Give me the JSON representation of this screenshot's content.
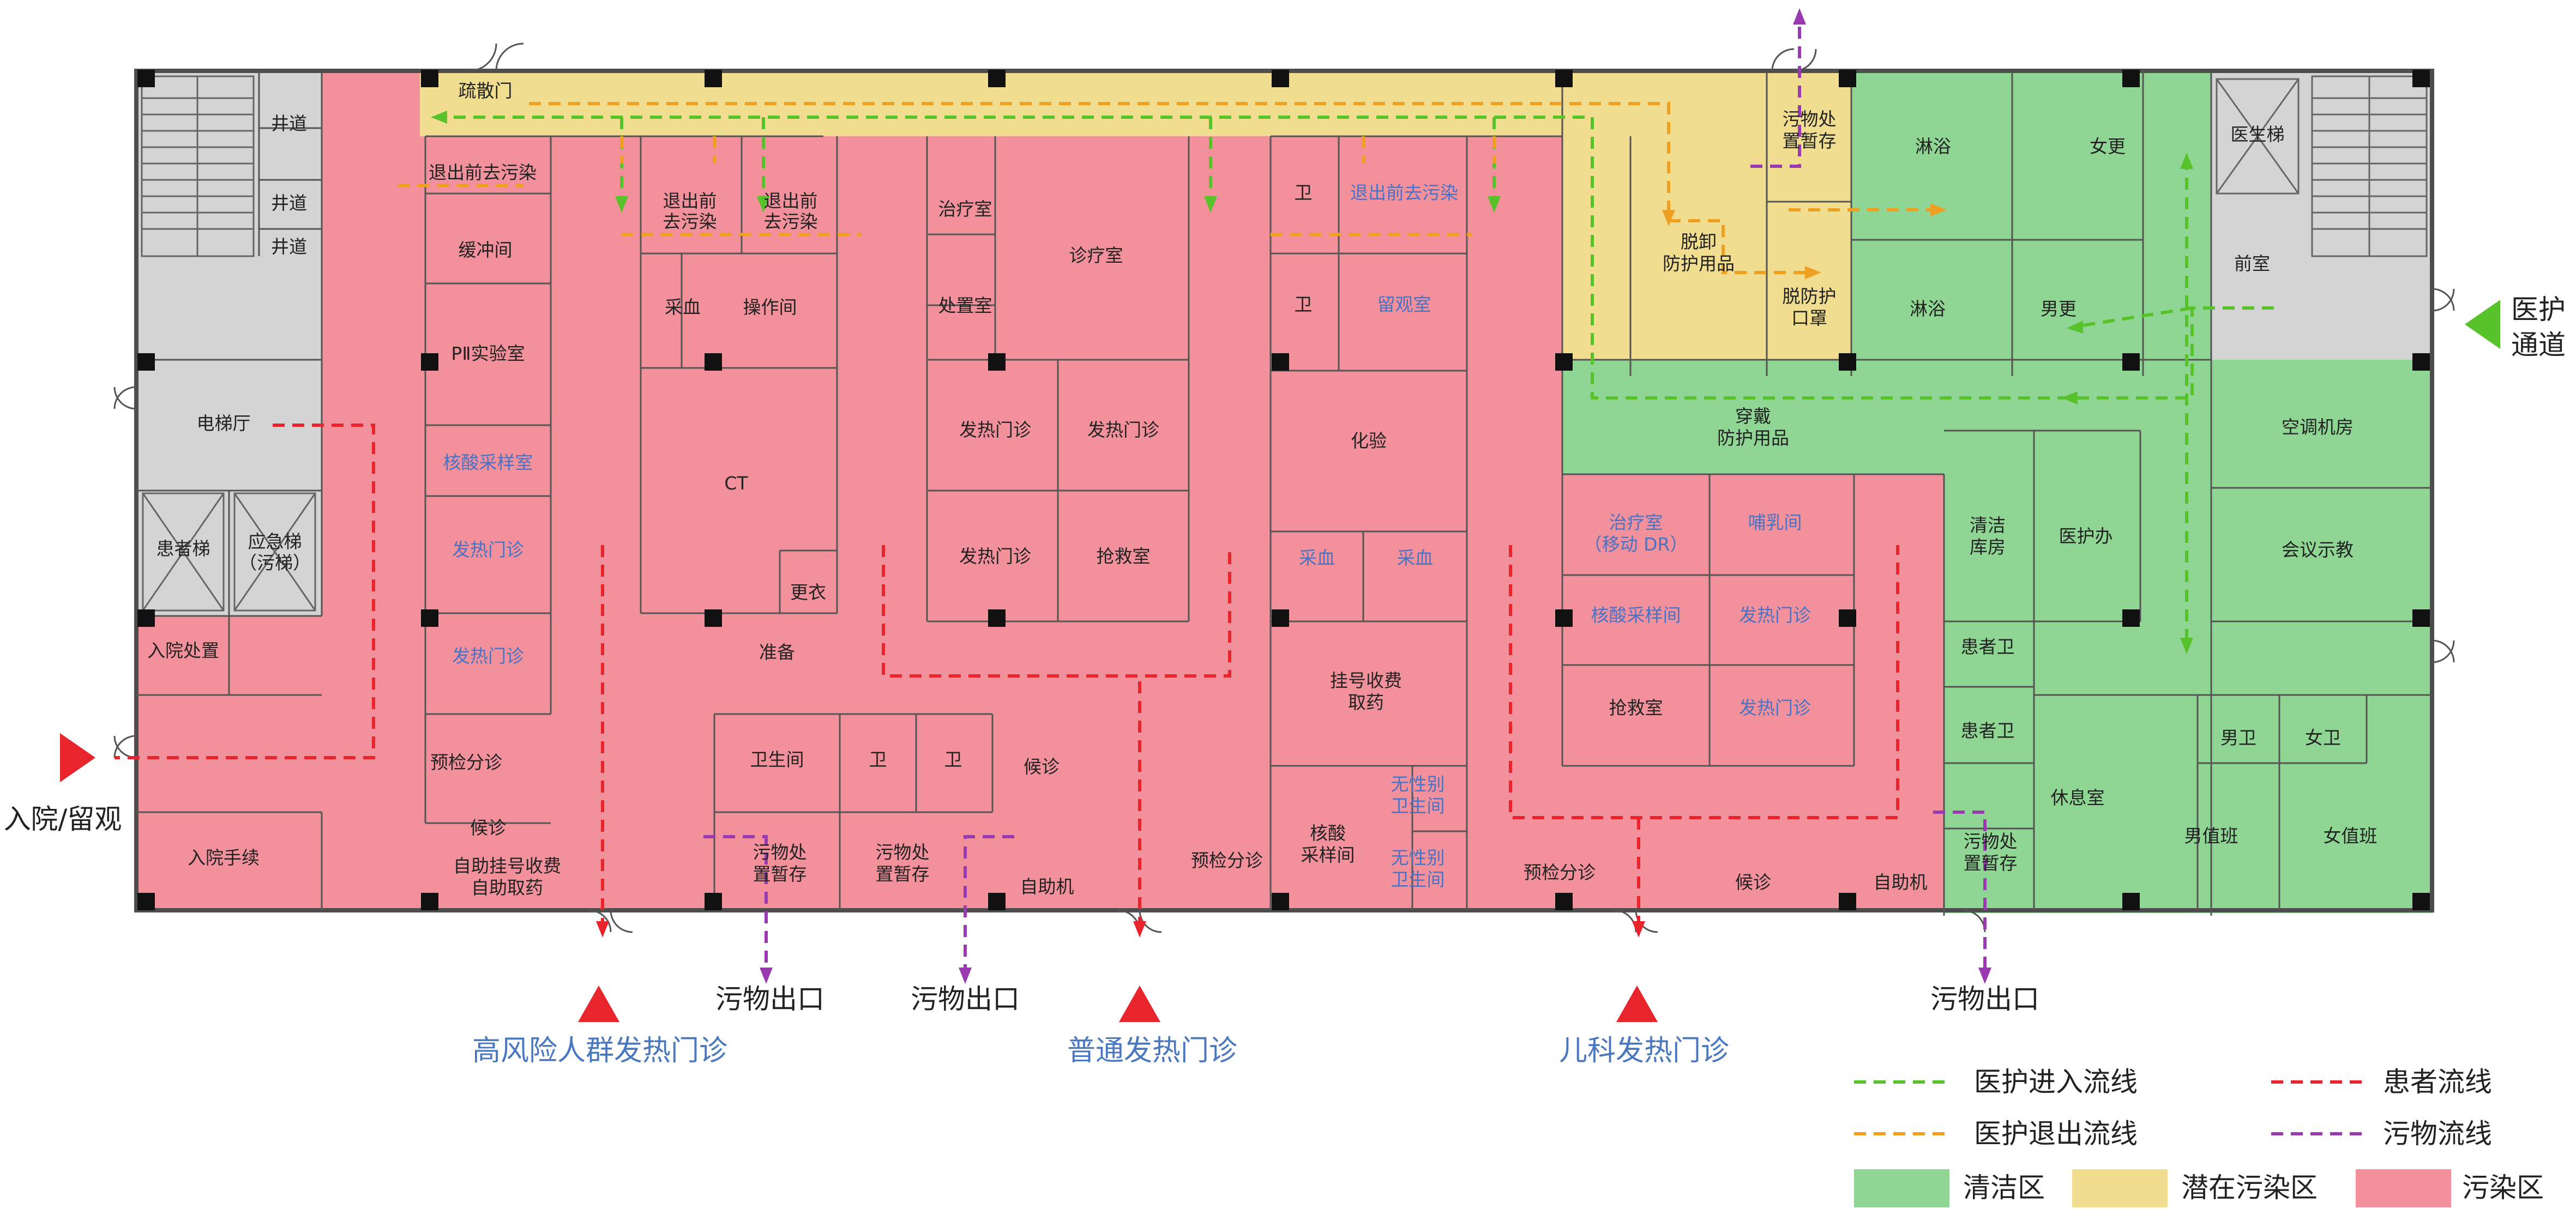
{
  "rooms": {
    "shu_san_men": "疏散门",
    "jing_dao_1": "井道",
    "jing_dao_2": "井道",
    "jing_dao_3": "井道",
    "dian_ti_ting": "电梯厅",
    "huan_zhe_ti": "患者梯",
    "ying_ji_ti": "应急梯",
    "ying_ji_ti_2": "（污梯）",
    "ru_yuan_chu_zhi": "入院处置",
    "ru_yuan_shou_xu": "入院手续",
    "tui_chu_qian_qu_wu_ran_1": "退出前去污染",
    "huan_chong_jian": "缓冲间",
    "p2_shi_yan_shi": "PⅡ实验室",
    "he_suan_cai_yang_shi": "核酸采样室",
    "fa_re_men_zhen_a1": "发热门诊",
    "fa_re_men_zhen_a2": "发热门诊",
    "yu_jian_fen_zhen_1": "预检分诊",
    "hou_zhen_1": "候诊",
    "zi_zhu_gua_hao_1": "自助挂号收费",
    "zi_zhu_gua_hao_2": "自助取药",
    "tui_chu_qian_2a": "退出前",
    "tui_chu_qian_2b": "去污染",
    "tui_chu_qian_3a": "退出前",
    "tui_chu_qian_3b": "去污染",
    "cai_xue_1": "采血",
    "cao_zuo_jian": "操作间",
    "ct": "CT",
    "geng_yi": "更衣",
    "zhun_bei": "准备",
    "wei_sheng_jian": "卫生间",
    "wei_1": "卫",
    "wei_2": "卫",
    "wu_wu_1a": "污物处",
    "wu_wu_1b": "置暂存",
    "wu_wu_2a": "污物处",
    "wu_wu_2b": "置暂存",
    "zhi_liao_shi": "治疗室",
    "zhen_liao_shi": "诊疗室",
    "chu_zhi_shi": "处置室",
    "fa_re_b1": "发热门诊",
    "fa_re_b2": "发热门诊",
    "fa_re_b3": "发热门诊",
    "qiang_jiu_shi_1": "抢救室",
    "hou_zhen_2": "候诊",
    "zi_zhu_ji_1": "自助机",
    "yu_jian_fen_zhen_2": "预检分诊",
    "wei_3": "卫",
    "wei_4": "卫",
    "tui_chu_qian_qu_wu_ran_4": "退出前去污染",
    "liu_guan_shi": "留观室",
    "hua_yan": "化验",
    "cai_xue_2": "采血",
    "cai_xue_3": "采血",
    "gua_hao_a": "挂号收费",
    "gua_hao_b": "取药",
    "he_suan_cai_yang_jian_a": "核酸",
    "he_suan_cai_yang_jian_b": "采样间",
    "wu_xing_bie_1a": "无性别",
    "wu_xing_bie_1b": "卫生间",
    "wu_xing_bie_2a": "无性别",
    "wu_xing_bie_2b": "卫生间",
    "wu_wu_top_a": "污物处",
    "wu_wu_top_b": "置暂存",
    "tuo_xie_a": "脱卸",
    "tuo_xie_b": "防护用品",
    "tuo_fang_hu_a": "脱防护",
    "tuo_fang_hu_b": "口罩",
    "chuan_dai_a": "穿戴",
    "chuan_dai_b": "防护用品",
    "zhi_liao_dr_a": "治疗室",
    "zhi_liao_dr_b": "（移动 DR）",
    "bu_ru_jian": "哺乳间",
    "he_suan_cai_yang_jian2": "核酸采样间",
    "fa_re_c1": "发热门诊",
    "fa_re_c2": "发热门诊",
    "qiang_jiu_shi_2": "抢救室",
    "yu_jian_fen_zhen_3": "预检分诊",
    "hou_zhen_3": "候诊",
    "zi_zhu_ji_2": "自助机",
    "huan_zhe_wei_1": "患者卫",
    "huan_zhe_wei_2": "患者卫",
    "wu_wu_3a": "污物处",
    "wu_wu_3b": "置暂存",
    "lin_yu_1": "淋浴",
    "lin_yu_2": "淋浴",
    "nv_geng": "女更",
    "nan_geng": "男更",
    "qing_jie_a": "清洁",
    "qing_jie_b": "库房",
    "yi_hu_ban": "医护办",
    "yi_sheng_ti": "医生梯",
    "qian_shi": "前室",
    "kong_tiao": "空调机房",
    "hui_yi": "会议示教",
    "xiu_xi_shi": "休息室",
    "nan_wei": "男卫",
    "nv_wei": "女卫",
    "nan_zhi_ban": "男值班",
    "nv_zhi_ban": "女值班"
  },
  "zones": {
    "high_risk": "高风险人群发热门诊",
    "general": "普通发热门诊",
    "pediatric": "儿科发热门诊"
  },
  "entrances": {
    "admission": "入院/留观",
    "staff_a": "医护",
    "staff_b": "通道"
  },
  "waste_exits": [
    "污物出口",
    "污物出口",
    "污物出口"
  ],
  "legend": {
    "staff_enter": "医护进入流线",
    "staff_exit": "医护退出流线",
    "patient": "患者流线",
    "waste": "污物流线",
    "clean": "清洁区",
    "semi": "潜在污染区",
    "contaminated": "污染区"
  },
  "colors": {
    "clean": "#8fd694",
    "semi": "#f0dd8f",
    "contaminated": "#f2919b",
    "service": "#d4d4d4",
    "staff_enter_line": "#58c22a",
    "staff_exit_line": "#f0a020",
    "patient_line": "#e8242c",
    "waste_line": "#9a3ab0"
  }
}
